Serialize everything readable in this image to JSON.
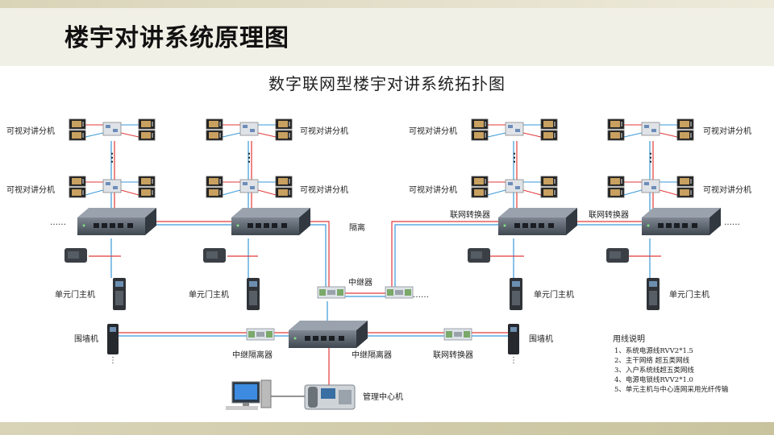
{
  "page": {
    "title": "楼宇对讲系统原理图"
  },
  "diagram": {
    "title": "数字联网型楼宇对讲系统拓扑图",
    "labels": {
      "indoor_unit": "可视对讲分机",
      "isolation": "隔离",
      "network_converter": "联网转换器",
      "repeater": "中继器",
      "unit_door_station": "单元门主机",
      "wall_station": "围墙机",
      "relay_isolator": "中继隔离器",
      "management_center": "管理中心机",
      "dots": "……"
    },
    "legend": {
      "title": "用线说明",
      "items": [
        "1、系统电源线RVV2*1.5",
        "2、主干网络 超五类网线",
        "3、入户系统线超五类网线",
        "4、电源电锁线RVV2*1.0",
        "5、单元主机与中心连网采用光纤传输"
      ]
    },
    "colors": {
      "red": "#e23a3a",
      "blue": "#3a9ad9",
      "switch": "#5b6470"
    }
  }
}
